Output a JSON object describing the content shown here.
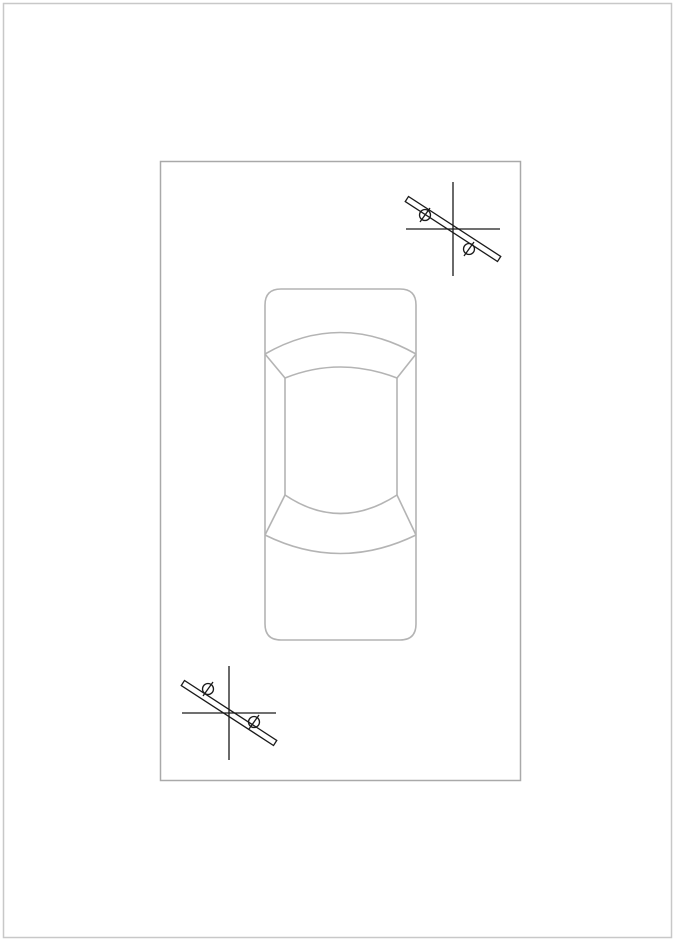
{
  "diagram": {
    "elements": [
      {
        "name": "page-border",
        "kind": "frame"
      },
      {
        "name": "area-outline",
        "kind": "rectangle"
      },
      {
        "name": "car-top-view",
        "kind": "vehicle"
      },
      {
        "name": "sensor-symbol-top-right",
        "kind": "angle-symbol"
      },
      {
        "name": "sensor-symbol-bottom-left",
        "kind": "angle-symbol"
      }
    ]
  },
  "colors": {
    "page_border": "#c8c8c8",
    "area_outline": "#a9a9a9",
    "car_outline": "#b4b4b4",
    "symbol_stroke": "#1a1a1a"
  }
}
